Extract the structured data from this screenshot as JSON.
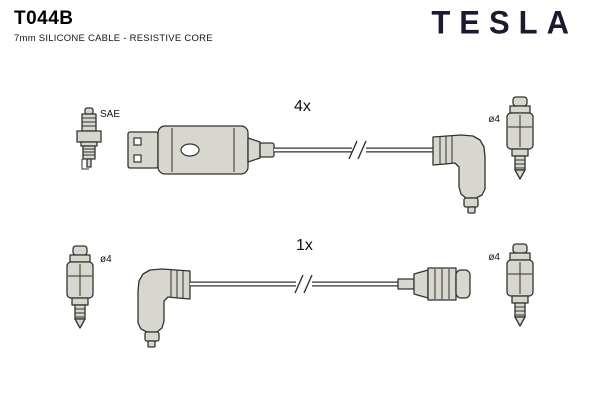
{
  "header": {
    "part_number": "T044B",
    "subtitle": "7mm SILICONE CABLE - RESISTIVE CORE",
    "brand": "TESLA"
  },
  "labels": {
    "sae": "SAE",
    "top_quantity": "4x",
    "bottom_quantity": "1x",
    "top_right_diameter": "ø4",
    "bottom_left_diameter": "ø4",
    "bottom_right_diameter": "ø4"
  },
  "colors": {
    "part_fill": "#d8d7cf",
    "outline": "#33322f",
    "logo": "#1b1b30",
    "background": "#ffffff"
  }
}
